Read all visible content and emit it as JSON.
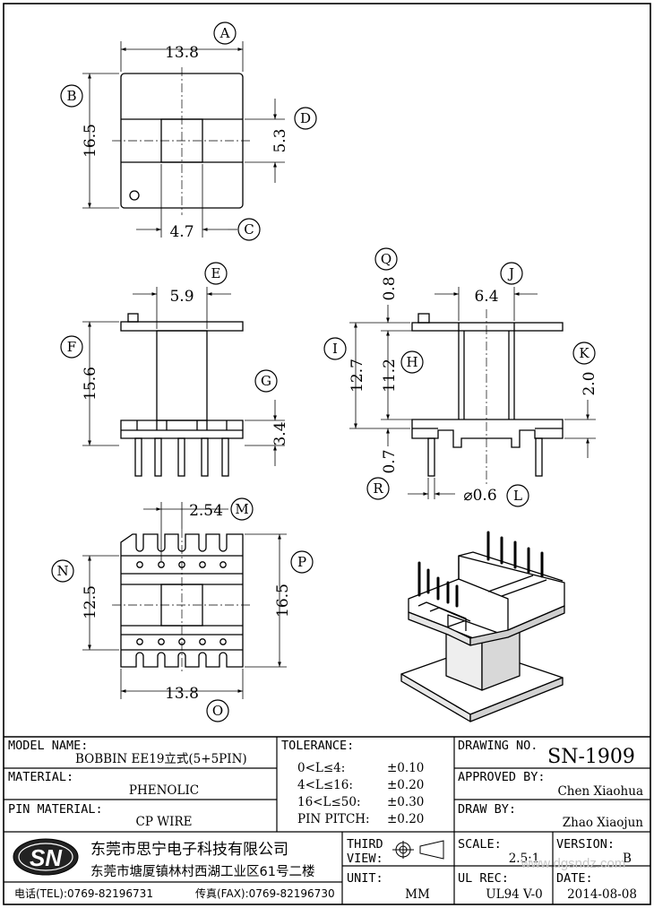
{
  "dimensions": {
    "a": "13.8",
    "b": "16.5",
    "c": "4.7",
    "d": "5.3",
    "e": "5.9",
    "f": "15.6",
    "g": "3.4",
    "h": "11.2",
    "i": "12.7",
    "j": "6.4",
    "k": "2.0",
    "l": "⌀0.6",
    "q": "0.8",
    "r": "0.7",
    "m": "2.54",
    "n": "12.5",
    "o": "13.8",
    "p": "16.5"
  },
  "callouts": [
    "A",
    "B",
    "C",
    "D",
    "E",
    "F",
    "G",
    "H",
    "I",
    "J",
    "K",
    "L",
    "M",
    "N",
    "O",
    "P",
    "Q",
    "R"
  ],
  "title_block": {
    "model_label": "MODEL NAME:",
    "model_value": "BOBBIN EE19立式(5+5PIN)",
    "material_label": "MATERIAL:",
    "material_value": "PHENOLIC",
    "pin_material_label": "PIN MATERIAL:",
    "pin_material_value": "CP WIRE",
    "tolerance_label": "TOLERANCE:",
    "tolerances": [
      {
        "range": "0<L≤4:",
        "value": "±0.10"
      },
      {
        "range": "4<L≤16:",
        "value": "±0.20"
      },
      {
        "range": "16<L≤50:",
        "value": "±0.30"
      },
      {
        "range": "PIN PITCH:",
        "value": "±0.20"
      }
    ],
    "drawing_no_label": "DRAWING NO.",
    "drawing_no_value": "SN-1909",
    "approved_label": "APPROVED BY:",
    "approved_value": "Chen Xiaohua",
    "draw_label": "DRAW BY:",
    "draw_value": "Zhao Xiaojun",
    "logo_text": "SN",
    "company_name": "东莞市思宁电子科技有限公司",
    "company_address": "东莞市塘厦镇林村西湖工业区61号二楼",
    "tel": "电话(TEL):0769-82196731",
    "fax": "传真(FAX):0769-82196730",
    "third_view_label_1": "THIRD",
    "third_view_label_2": "VIEW:",
    "unit_label": "UNIT:",
    "unit_value": "MM",
    "scale_label": "SCALE:",
    "scale_value": "2.5:1",
    "version_label": "VERSION:",
    "version_value": "B",
    "ul_rec_label": "UL REC:",
    "ul_rec_value": "UL94 V-0",
    "date_label": "DATE:",
    "date_value": "2014-08-08",
    "watermark": "www.dgsndz.com"
  }
}
